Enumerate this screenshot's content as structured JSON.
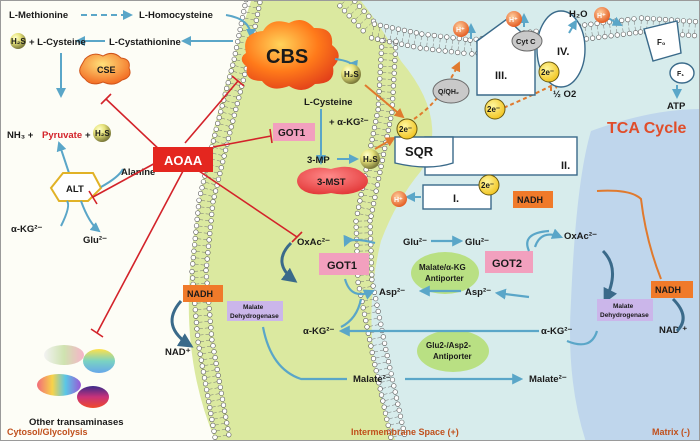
{
  "molecules": {
    "l_methionine": "L-Methionine",
    "l_homocysteine": "L-Homocysteine",
    "l_cystathionine": "L-Cystathionine",
    "h2s": "H₂S",
    "plus_l_cysteine": "+ L-Cysteine",
    "l_cysteine": "L-Cysteine",
    "akg_plus": "+ α-KG²⁻",
    "three_mp": "3-MP",
    "nh3_plus": "NH₃ +",
    "pyruvate": "Pyruvate",
    "plus": "+",
    "alanine": "Alanine",
    "akg": "α-KG²⁻",
    "glu": "Glu²⁻",
    "oxac": "OxAc²⁻",
    "asp": "Asp²⁻",
    "malate": "Malate²⁻",
    "nad": "NAD⁺",
    "nad_right": "NAD ⁺",
    "hplus": "H⁺",
    "h2o": "H₂O",
    "half_o2": "½ O2",
    "atp": "ATP",
    "electron": "2e⁻",
    "qqh2": "Q/QH₂"
  },
  "enzymes": {
    "cbs": "CBS",
    "cse": "CSE",
    "aoaa": "AOAA",
    "alt": "ALT",
    "got1_top": "GOT1",
    "three_mst": "3-MST",
    "got1_center": "GOT1",
    "got2": "GOT2",
    "nadh": "NADH",
    "malate_dh": "Malate Dehydrogenase",
    "malate_dh_line1": "Malate",
    "malate_dh_line2": "Dehydrogenase",
    "other_transaminases": "Other transaminases"
  },
  "complexes": {
    "sqr": "SQR",
    "complex_i": "I.",
    "complex_ii": "II.",
    "complex_iii": "III.",
    "complex_iv": "IV.",
    "cyt_c": "Cyt C",
    "f0": "F₀",
    "f1": "F₁"
  },
  "transporters": {
    "malate_akg_l1": "Malate/α-KG",
    "malate_akg_l2": "Antiporter",
    "glu_asp_l1": "Glu2-/Asp2-",
    "glu_asp_l2": "Antiporter"
  },
  "regions": {
    "tca_cycle": "TCA Cycle",
    "cytosol": "Cytosol/Glycolysis",
    "intermembrane": "Intermembrane Space (+)",
    "matrix": "Matrix (-)"
  },
  "colors": {
    "background": "#fdfdf6",
    "intermembrane": "#dbe9a0",
    "matrix": "#d7ecec",
    "tca_zone": "#bfd6ec",
    "arrow_blue": "#5aa6c8",
    "inhibitor_red": "#d3232a",
    "electron_arrow": "#e07a2e",
    "enzyme_pink": "#f2a0be",
    "enzyme_orange": "#f07a2a",
    "antiporter_green": "#b9e083",
    "malate_dh_violet": "#cbb6ea",
    "aoaa_red": "#e4261f",
    "tca_title": "#e04d2a",
    "region_label": "#c0501c"
  }
}
